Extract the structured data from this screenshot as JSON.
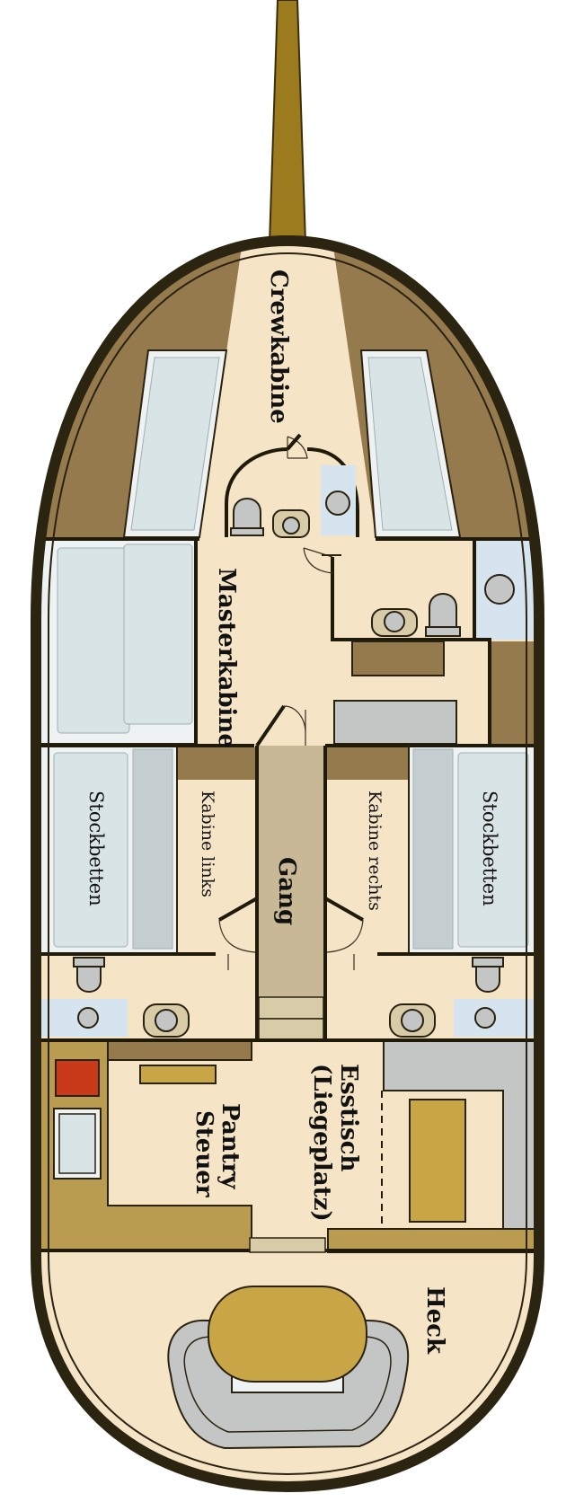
{
  "labels": {
    "crewkabine": "Crewkabine",
    "masterkabine": "Masterkabine",
    "stockbetten_left": "Stockbetten",
    "stockbetten_right": "Stockbetten",
    "kabine_links": "Kabine links",
    "kabine_rechts": "Kabine rechts",
    "gang": "Gang",
    "pantry": "Pantry",
    "steuer": "Steuer",
    "esstisch": "Esstisch",
    "liegeplatz": "(Liegeplatz)",
    "heck": "Heck"
  },
  "colors": {
    "hull_outline": "#2b2410",
    "floor": "#f5e5c6",
    "wood": "#957a4e",
    "bed": "#d9e4e6",
    "bed_frame": "#eef2f2",
    "mast": "#9c7a1e",
    "sink": "#d5e4ee",
    "corridor": "#c9b896",
    "cabinet": "#b99c50",
    "counter": "#c8a545",
    "stove": "#c93a1a",
    "seat": "#c3c6c5",
    "ladder": "#d8cba8"
  }
}
